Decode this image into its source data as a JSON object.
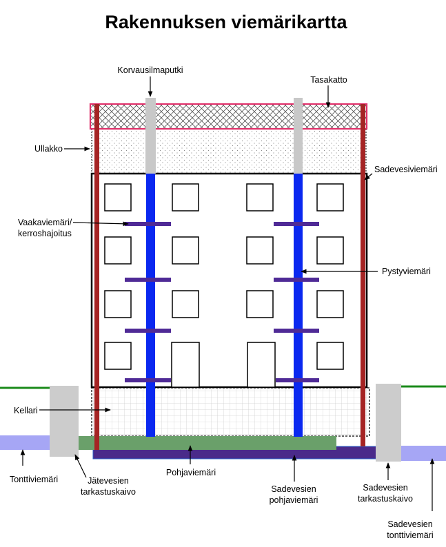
{
  "title": "Rakennuksen viemärikartta",
  "labels": {
    "korvausilmaputki": "Korvausilmaputki",
    "tasakatto": "Tasakatto",
    "ullakko": "Ullakko",
    "sadevesiviemari": "Sadevesiviemäri",
    "vaakaviemari_1": "Vaakaviemäri/",
    "vaakaviemari_2": "kerroshajoitus",
    "pystyviemari": "Pystyviemäri",
    "kellari": "Kellari",
    "tonttiviemari": "Tonttiviemäri",
    "jatevesien_1": "Jätevesien",
    "jatevesien_2": "tarkastuskaivo",
    "pohjaviemari": "Pohjaviemäri",
    "sadevesien_pohja_1": "Sadevesien",
    "sadevesien_pohja_2": "pohjaviemäri",
    "sadevesien_tark_1": "Sadevesien",
    "sadevesien_tark_2": "tarkastuskaivo",
    "sadevesien_tontti_1": "Sadevesien",
    "sadevesien_tontti_2": "tonttiviemäri"
  },
  "colors": {
    "roof_border": "#e0306a",
    "rain_pipe": "#a52424",
    "vertical_pipe": "#0a28f0",
    "horizontal_pipe": "#4f2a96",
    "vent_pipe": "#c8c8c8",
    "ground_line": "#1a8a1a",
    "base_sewer": "#6aa06a",
    "rain_base_sewer": "#4a2a8a",
    "lot_sewer": "#a6a6f5",
    "inspection_well": "#cccccc"
  }
}
